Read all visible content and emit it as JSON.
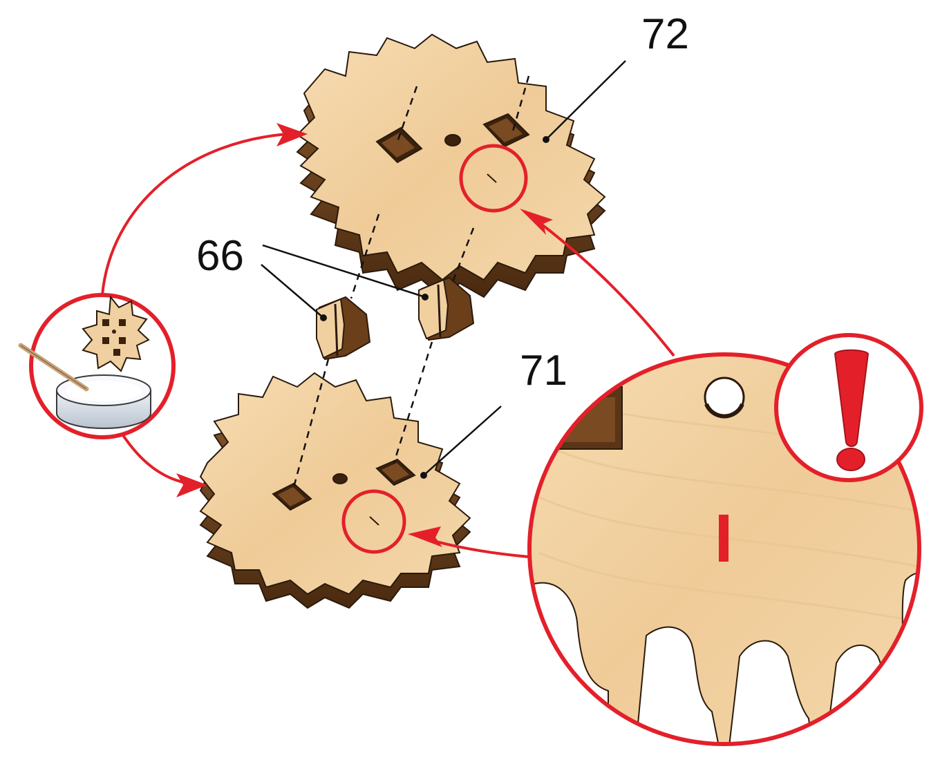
{
  "labels": {
    "gear_top": "72",
    "gear_bottom": "71",
    "spacers": "66"
  },
  "colors": {
    "accent_red": "#e3202a",
    "wood_light": "#f2d2a4",
    "wood_mid": "#d9a46a",
    "wood_dark": "#5a3517",
    "outline": "#2a1a0c"
  },
  "icons": {
    "glue": "glue-pot-icon",
    "warning": "exclamation-icon"
  }
}
